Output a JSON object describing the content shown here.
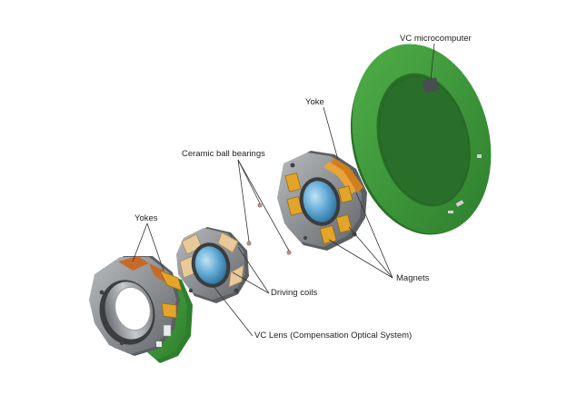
{
  "labels": {
    "vc_microcomputer": "VC microcomputer",
    "yoke": "Yoke",
    "ceramic_ball_bearings": "Ceramic ball bearings",
    "yokes": "Yokes",
    "driving_coils": "Driving coils",
    "magnets": "Magnets",
    "vc_lens": "VC Lens (Compensation Optical System)"
  },
  "colors": {
    "pcb_green": "#3f9a3c",
    "pcb_green_dark": "#2d7a2c",
    "metal_gray": "#8b8f93",
    "metal_dark": "#5b5f63",
    "magnet_gold": "#e2a52a",
    "coil_beige": "#e8c99a",
    "lens_blue": "#5fa8d3",
    "copper": "#c8692a"
  }
}
